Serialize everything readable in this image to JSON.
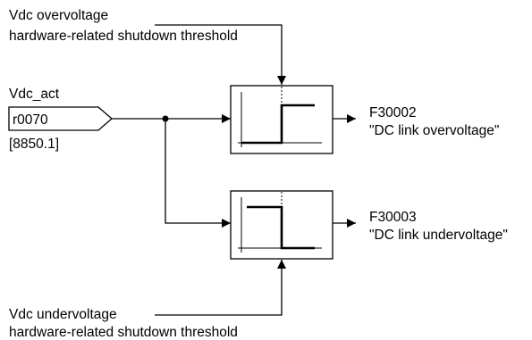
{
  "inputs": {
    "overvoltage_threshold": {
      "line1": "Vdc overvoltage",
      "line2": "hardware-related shutdown threshold"
    },
    "undervoltage_threshold": {
      "line1": "Vdc undervoltage",
      "line2": "hardware-related shutdown threshold"
    },
    "signal": {
      "name": "Vdc_act",
      "parameter": "r0070",
      "reference": "[8850.1]"
    }
  },
  "outputs": {
    "overvoltage_fault": {
      "code": "F30002",
      "text": "\"DC link overvoltage\""
    },
    "undervoltage_fault": {
      "code": "F30003",
      "text": "\"DC link undervoltage\""
    }
  }
}
